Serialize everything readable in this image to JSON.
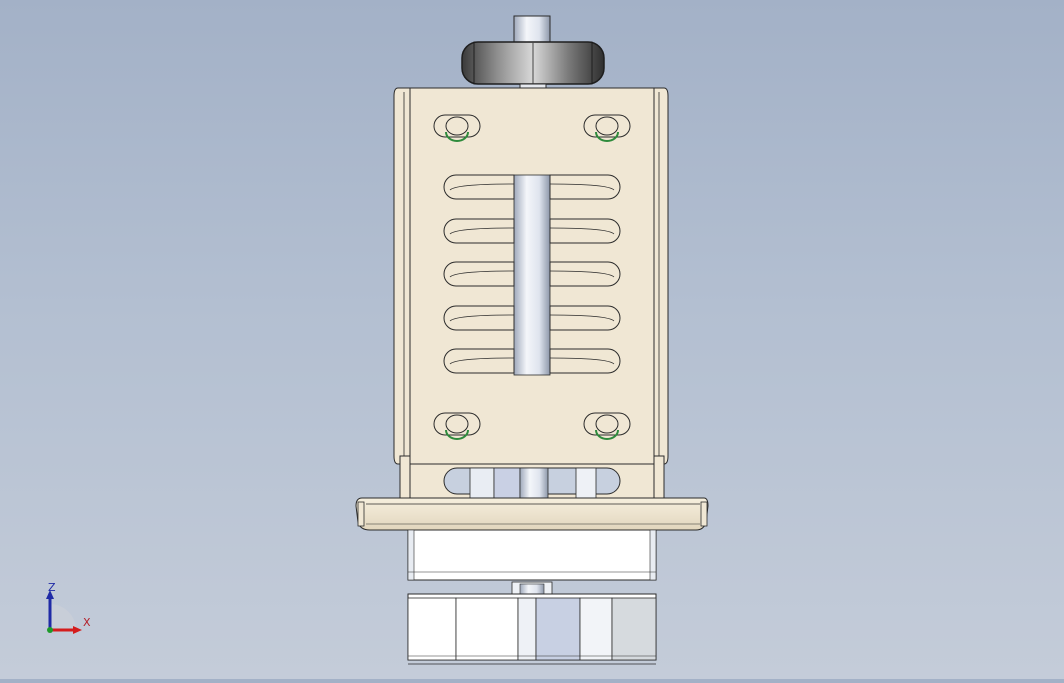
{
  "viewport": {
    "background": "#b3bfd1"
  },
  "model": {
    "plate_color": "#f0e7d4",
    "edge_color": "#2b2b2b",
    "shaft_color": "#dfe4ee",
    "slot_count": 5
  },
  "triad": {
    "z_label": "Z",
    "x_label": "X",
    "colors": {
      "z": "#1f2aa6",
      "x": "#d41c1c",
      "y": "#1d9a2a"
    }
  }
}
